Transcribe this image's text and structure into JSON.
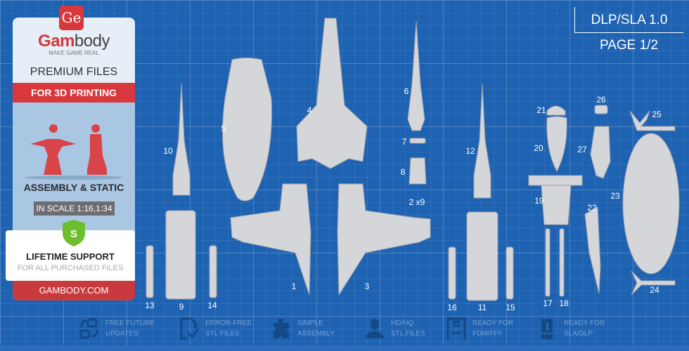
{
  "brand": {
    "logo": "Ge",
    "name_a": "Gam",
    "name_b": "body",
    "tagline": "MAKE GAME REAL",
    "premium": "PREMIUM FILES",
    "for_printing": "FOR 3D PRINTING",
    "assembly": "ASSEMBLY & STATIC",
    "scale": "IN SCALE 1:16,1:34",
    "shield": "S",
    "support": "LIFETIME SUPPORT",
    "support_sub": "FOR ALL PURCHASED FILES",
    "site": "GAMBODY.COM"
  },
  "header": {
    "title": "DLP/SLA 1.0",
    "page": "PAGE 1/2"
  },
  "parts": {
    "labels": [
      "10",
      "5",
      "4",
      "6",
      "7",
      "8",
      "2 x9",
      "12",
      "21",
      "26",
      "25",
      "20",
      "27",
      "23",
      "19",
      "22",
      "1",
      "3",
      "13",
      "9",
      "14",
      "16",
      "11",
      "15",
      "17",
      "18",
      "24"
    ]
  },
  "features": [
    {
      "icon": "refresh-icon",
      "l1": "FREE FUTURE",
      "l2": "UPDATES"
    },
    {
      "icon": "file-check-icon",
      "l1": "ERROR-FREE",
      "l2": "STL FILES"
    },
    {
      "icon": "puzzle-icon",
      "l1": "SIMPLE",
      "l2": "ASSEMBLY"
    },
    {
      "icon": "bust-icon",
      "l1": "HD/HQ",
      "l2": "STL FILES"
    },
    {
      "icon": "fdm-printer-icon",
      "l1": "READY FOR",
      "l2": "FDM/FFF"
    },
    {
      "icon": "sla-printer-icon",
      "l1": "READY FOR",
      "l2": "SLA/DLP"
    }
  ],
  "colors": {
    "background": "#1e62b2",
    "accent": "#d8373b",
    "part": "#d4d6da"
  }
}
